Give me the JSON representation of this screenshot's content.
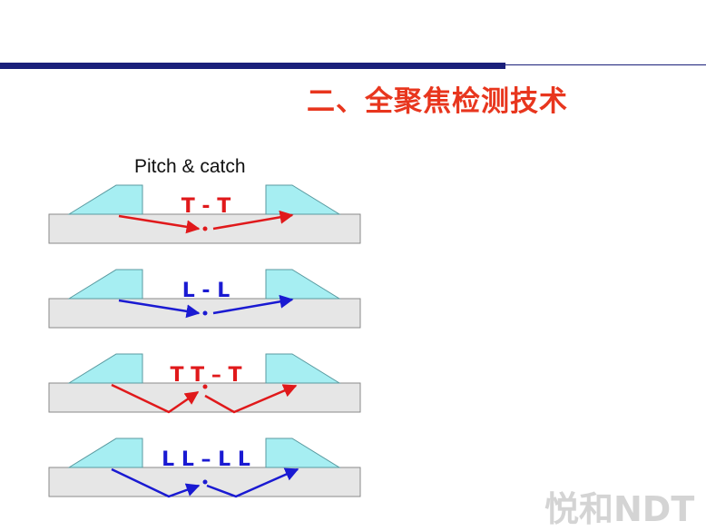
{
  "slide": {
    "title": "二、全聚焦检测技术",
    "subtitle": "Pitch & catch"
  },
  "panels": [
    {
      "label": "T - T",
      "color": "#e0191b",
      "mode": "direct"
    },
    {
      "label": "L - L",
      "color": "#1a1ad2",
      "mode": "direct"
    },
    {
      "label": "T T – T",
      "color": "#e0191b",
      "mode": "bounce"
    },
    {
      "label": "L L – L L",
      "color": "#1a1ad2",
      "mode": "double"
    }
  ],
  "colors": {
    "wedge": "#a6eef2",
    "wedge_stroke": "#5a9aa0",
    "block": "#e6e6e6",
    "block_stroke": "#8a8a8a",
    "rule": "#1a1f7a",
    "title": "#e8361e"
  },
  "watermark": "悦和NDT"
}
